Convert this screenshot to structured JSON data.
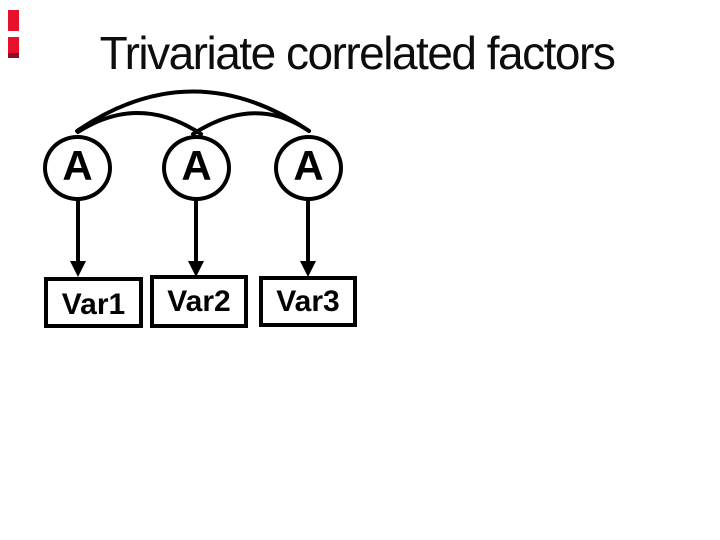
{
  "slide": {
    "title": "Trivariate correlated factors",
    "background_color": "#ffffff",
    "text_color": "#000000",
    "accent_color": "#e8112d",
    "accent_color_dark": "#8e1022"
  },
  "diagram": {
    "type": "path-diagram",
    "stroke_color": "#000000",
    "stroke_width": 4,
    "factors": [
      {
        "id": "A1",
        "label": "A",
        "shape": "circle"
      },
      {
        "id": "A2",
        "label": "A",
        "shape": "circle"
      },
      {
        "id": "A3",
        "label": "A",
        "shape": "circle"
      }
    ],
    "variables": [
      {
        "id": "Var1",
        "label": "Var1",
        "shape": "rect"
      },
      {
        "id": "Var2",
        "label": "Var2",
        "shape": "rect"
      },
      {
        "id": "Var3",
        "label": "Var3",
        "shape": "rect"
      }
    ],
    "loadings": [
      {
        "from": "A1",
        "to": "Var1",
        "style": "single-headed-arrow"
      },
      {
        "from": "A2",
        "to": "Var2",
        "style": "single-headed-arrow"
      },
      {
        "from": "A3",
        "to": "Var3",
        "style": "single-headed-arrow"
      }
    ],
    "correlations": [
      {
        "between": [
          "A1",
          "A2"
        ],
        "style": "arc"
      },
      {
        "between": [
          "A2",
          "A3"
        ],
        "style": "arc"
      },
      {
        "between": [
          "A1",
          "A3"
        ],
        "style": "arc"
      }
    ]
  }
}
